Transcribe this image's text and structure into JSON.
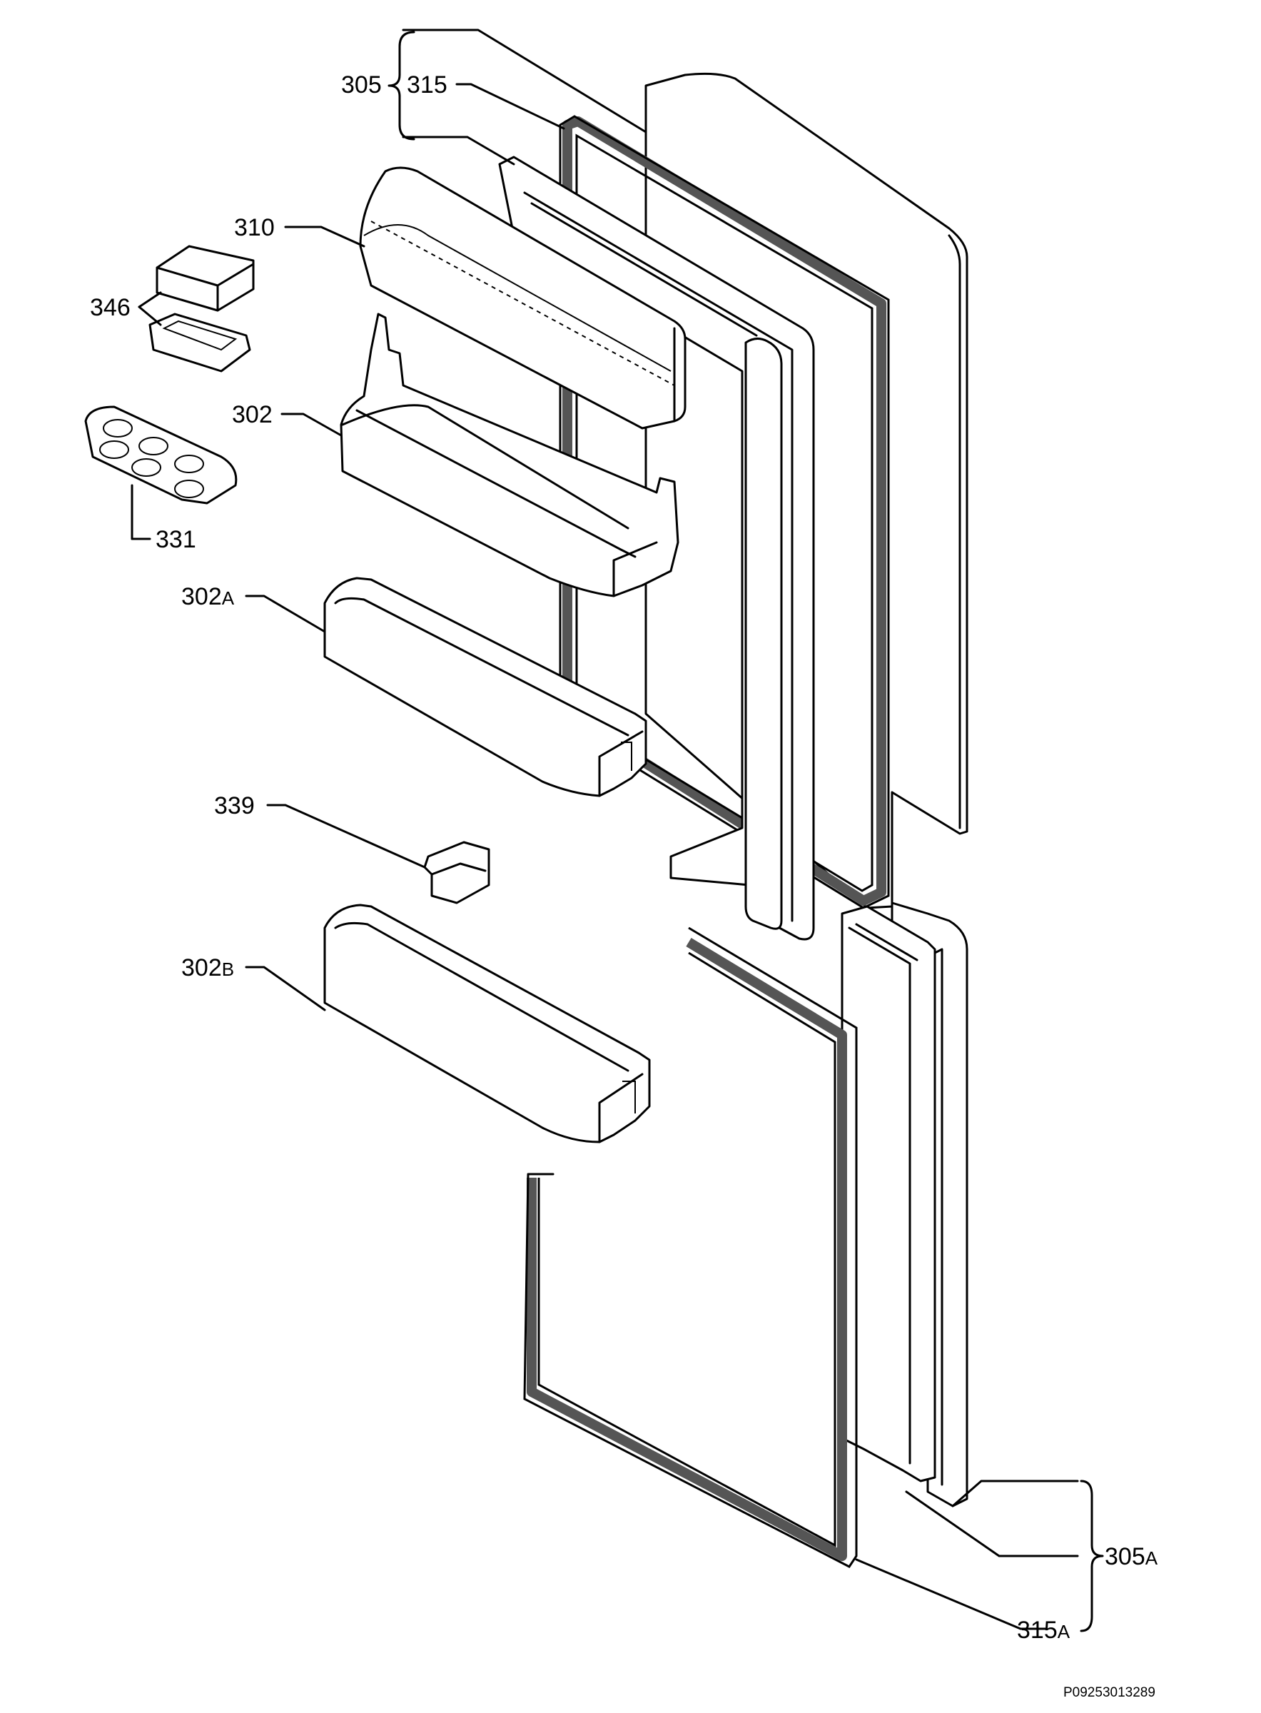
{
  "labels": {
    "l305": "305",
    "l315": "315",
    "l310": "310",
    "l346": "346",
    "l302": "302",
    "l331": "331",
    "l302a_num": "302",
    "l302a_suf": "A",
    "l339": "339",
    "l302b_num": "302",
    "l302b_suf": "B",
    "l305a_num": "305",
    "l305a_suf": "A",
    "l315a_num": "315",
    "l315a_suf": "A"
  },
  "drawing_code": "P09253013289"
}
